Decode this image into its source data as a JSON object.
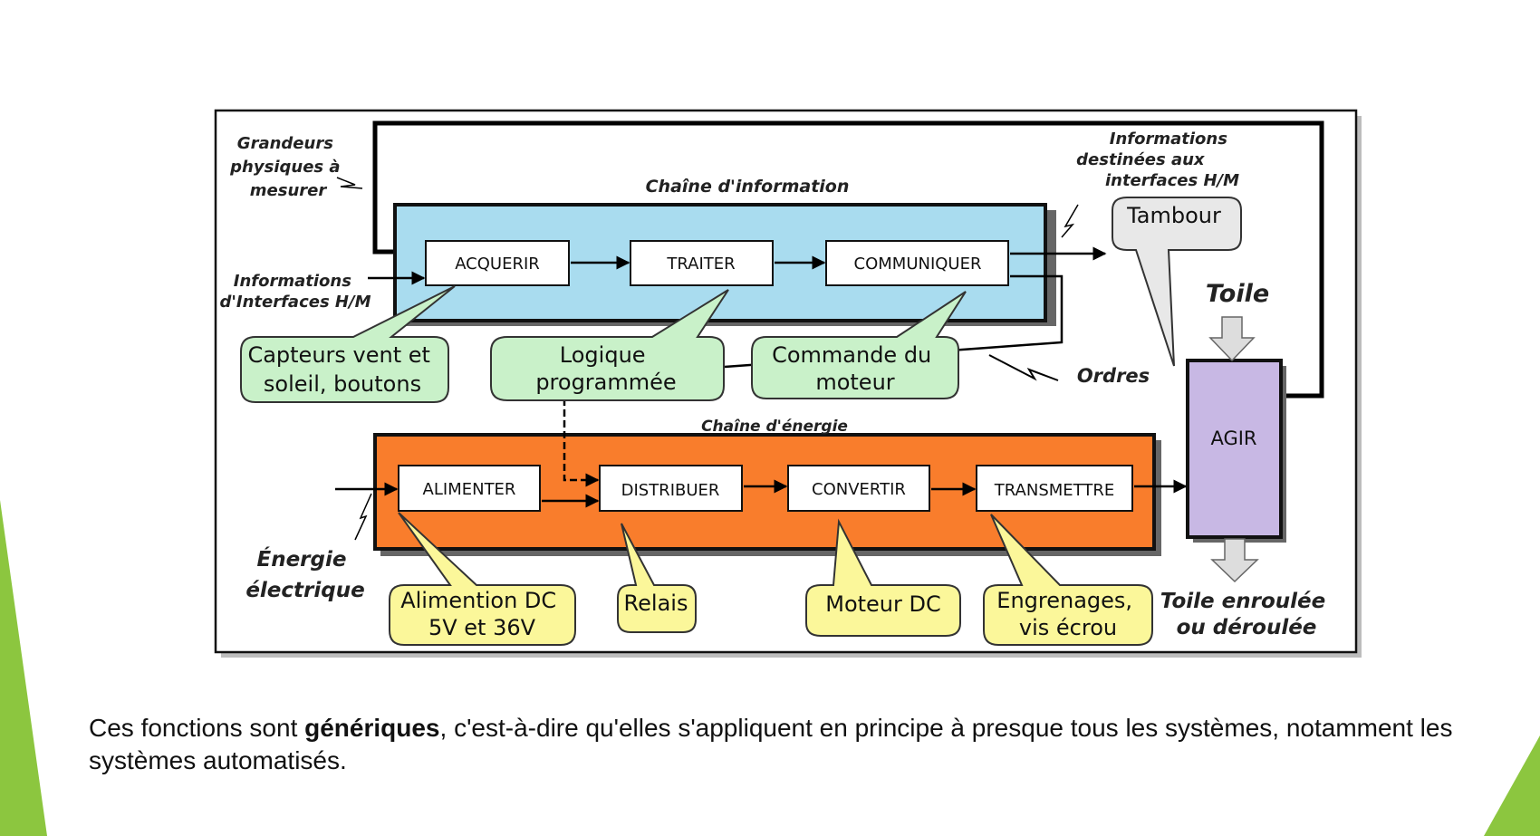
{
  "diagram": {
    "info_chain_title": "Chaîne d'information",
    "energy_chain_title": "Chaîne d'énergie",
    "functions": {
      "acquerir": "ACQUERIR",
      "traiter": "TRAITER",
      "communiquer": "COMMUNIQUER",
      "alimenter": "ALIMENTER",
      "distribuer": "DISTRIBUER",
      "convertir": "CONVERTIR",
      "transmettre": "TRANSMETTRE",
      "agir": "AGIR"
    },
    "inputs": {
      "grandeurs": [
        "Grandeurs",
        "physiques à",
        "mesurer"
      ],
      "informations_hm": [
        "Informations",
        "d'Interfaces H/M"
      ],
      "energie": [
        "Énergie",
        "électrique"
      ]
    },
    "outputs": {
      "info_destinees": [
        "Informations",
        "destinées  aux",
        "interfaces H/M"
      ],
      "ordres": "Ordres",
      "toile_in": "Toile",
      "toile_out": [
        "Toile enroulée",
        "ou déroulée"
      ]
    },
    "callouts": {
      "capteurs": [
        "Capteurs vent et",
        "soleil, boutons"
      ],
      "logique": [
        "Logique",
        "programmée"
      ],
      "commande": [
        "Commande du",
        "moteur"
      ],
      "tambour": "Tambour",
      "alimentation": [
        "Alimention DC",
        "5V et 36V"
      ],
      "relais": "Relais",
      "moteur": "Moteur DC",
      "engrenages": [
        "Engrenages,",
        "vis écrou"
      ]
    },
    "colors": {
      "info_chain": "#a9dcef",
      "energy_chain": "#f97d2c",
      "agir": "#c8b8e4",
      "green_callout": "#c9f1c9",
      "yellow_callout": "#fbf79a",
      "gray_callout": "#e8e8e8",
      "slide_accent": "#8cc63f"
    }
  },
  "caption": {
    "before": "Ces fonctions sont ",
    "bold": "génériques",
    "after": ", c'est-à-dire qu'elles s'appliquent en principe à presque tous les systèmes, notamment les systèmes automatisés."
  }
}
